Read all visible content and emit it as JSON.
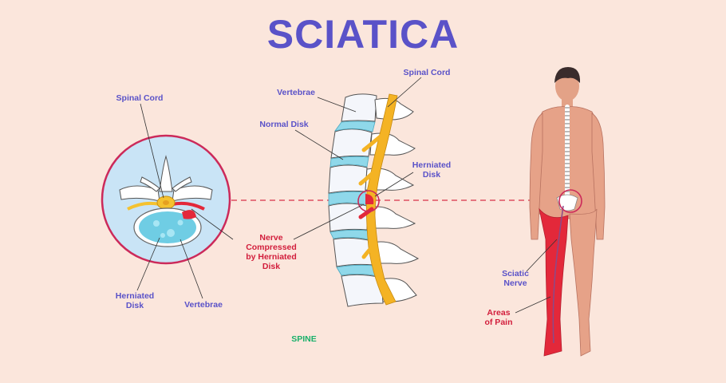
{
  "title": "SCIATICA",
  "colors": {
    "background": "#fbe6dc",
    "title": "#5a52c8",
    "label_blue": "#5a52c8",
    "label_red": "#d21e3c",
    "label_green": "#19b06a",
    "disk": "#8fd8ea",
    "nerve": "#f4b324",
    "pain": "#e3283a",
    "skin": "#e6a288"
  },
  "labels": {
    "spinal_cord_left": "Spinal Cord",
    "herniated_disk_left": "Herniated\nDisk",
    "vertebrae_left": "Vertebrae",
    "vertebrae_mid": "Vertebrae",
    "normal_disk": "Normal Disk",
    "spinal_cord_mid": "Spinal Cord",
    "herniated_disk_mid": "Herniated\nDisk",
    "nerve_compressed": "Nerve\nCompressed\nby Herniated\nDisk",
    "spine": "SPINE",
    "sciatic_nerve": "Sciatic\nNerve",
    "areas_of_pain": "Areas\nof Pain"
  }
}
